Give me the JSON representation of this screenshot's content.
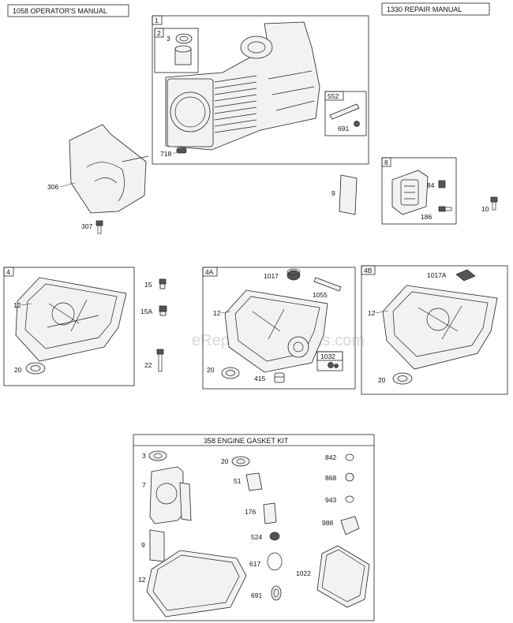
{
  "headers": {
    "operators_manual": "1058 OPERATOR'S MANUAL",
    "repair_manual": "1330 REPAIR MANUAL"
  },
  "boxes": {
    "box1": "1",
    "box2": "2",
    "box552": "552",
    "box8": "8",
    "box4": "4",
    "box4a": "4A",
    "box4b": "4B",
    "box1032": "1032"
  },
  "labels": {
    "p3_top": "3",
    "p691_top": "691",
    "p718": "718",
    "p306": "306",
    "p307": "307",
    "p9_top": "9",
    "p84": "84",
    "p186": "186",
    "p10": "10",
    "p12_box4": "12",
    "p20_box4": "20",
    "p15": "15",
    "p15a": "15A",
    "p22": "22",
    "p1017": "1017",
    "p1055": "1055",
    "p12_box4a": "12",
    "p20_box4a": "20",
    "p415": "415",
    "p1017a": "1017A",
    "p12_box4b": "12",
    "p20_box4b": "20"
  },
  "gasket_kit": {
    "title": "358 ENGINE GASKET KIT",
    "labels": {
      "k3": "3",
      "k7": "7",
      "k9": "9",
      "k12": "12",
      "k20": "20",
      "k51": "51",
      "k176": "176",
      "k524": "524",
      "k617": "617",
      "k691": "691",
      "k842": "842",
      "k868": "868",
      "k943": "943",
      "k988": "988",
      "k1022": "1022"
    }
  },
  "watermark": "eReplacementParts.com"
}
